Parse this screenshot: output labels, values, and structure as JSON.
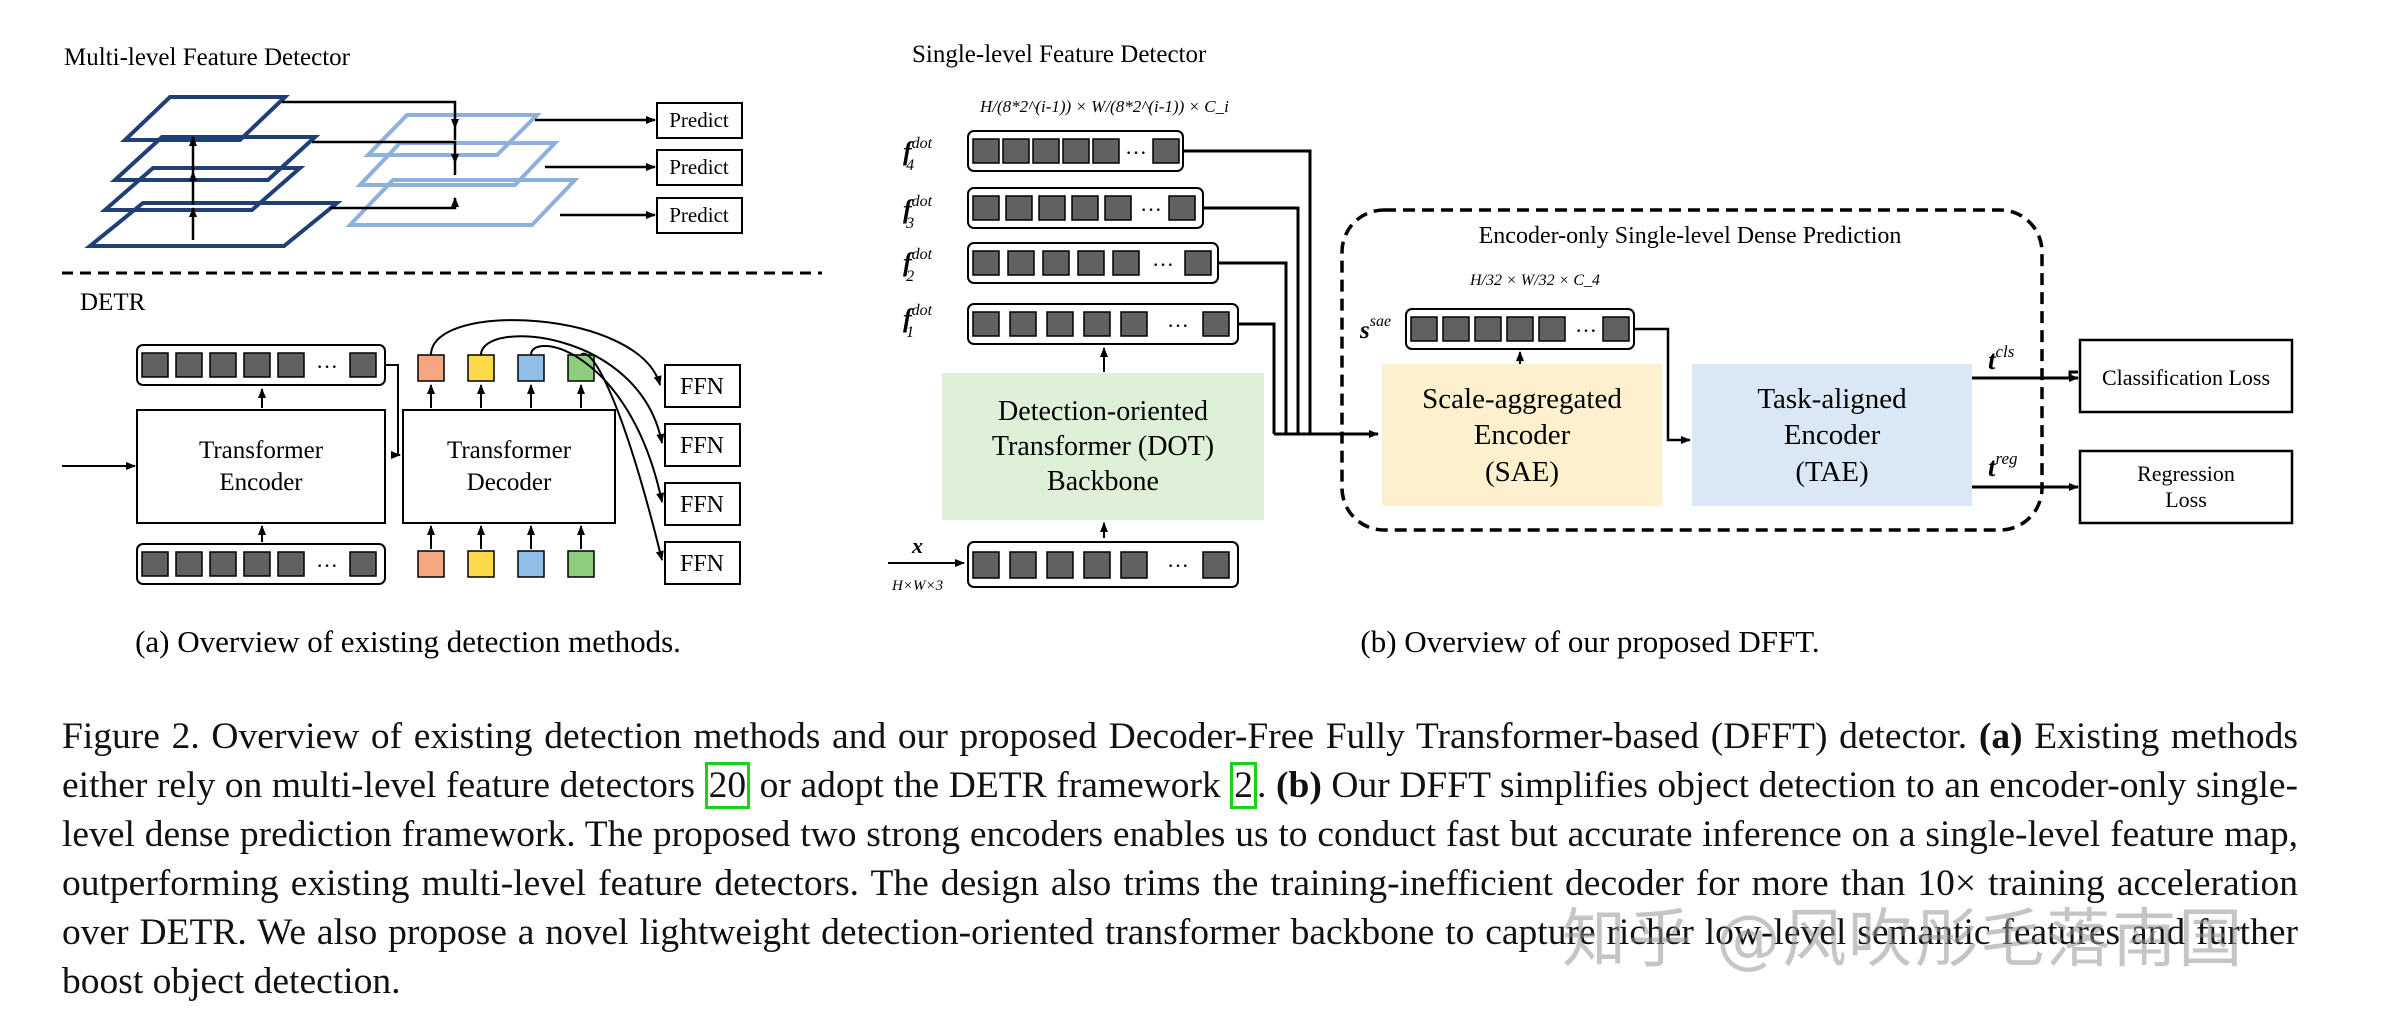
{
  "panel_a": {
    "multilevel_title": "Multi-level Feature Detector",
    "predict_label": "Predict",
    "detr_title": "DETR",
    "transformer_encoder": [
      "Transformer",
      "Encoder"
    ],
    "transformer_decoder": [
      "Transformer",
      "Decoder"
    ],
    "ffn_label": "FFN",
    "ellipsis": "···",
    "query_colors": [
      "#f4a582",
      "#fdd94c",
      "#8fbfe8",
      "#8fce7e"
    ],
    "caption": "(a) Overview of existing detection methods."
  },
  "panel_b": {
    "single_title": "Single-level Feature Detector",
    "dim_top": "H/(8*2^(i-1)) × W/(8*2^(i-1)) × C_i",
    "feature_labels": [
      "f",
      "f",
      "f",
      "f"
    ],
    "feature_sup": "dot",
    "feature_subs": [
      "4",
      "3",
      "2",
      "1"
    ],
    "dot_backbone": [
      "Detection-oriented",
      "Transformer (DOT)",
      "Backbone"
    ],
    "input_x": "x",
    "input_dims": "H×W×3",
    "encoder_only_title": "Encoder-only Single-level Dense Prediction",
    "sae_dims": "H/32 × W/32 × C_4",
    "s_sae": "s",
    "s_sae_sup": "sae",
    "sae": [
      "Scale-aggregated",
      "Encoder",
      "(SAE)"
    ],
    "tae": [
      "Task-aligned",
      "Encoder",
      "(TAE)"
    ],
    "t_cls": "t",
    "t_cls_sup": "cls",
    "t_reg": "t",
    "t_reg_sup": "reg",
    "classification_loss": "Classification Loss",
    "regression_loss": [
      "Regression",
      "Loss"
    ],
    "colors": {
      "backbone": "#dff0d8",
      "sae": "#fcf0cf",
      "tae": "#dae8f6"
    },
    "caption": "(b) Overview of our proposed DFFT."
  },
  "figure_caption": {
    "lead": "Figure 2. Overview of existing detection methods and our proposed Decoder-Free Fully Transformer-based (DFFT) detector.",
    "a_label": "(a)",
    "a_text_1": "Existing methods either rely on multi-level feature detectors",
    "cite_1": "20",
    "a_text_2": "or adopt the DETR framework",
    "cite_2": "2",
    "b_label": "(b)",
    "b_text": "Our DFFT simplifies object detection to an encoder-only single-level dense prediction framework. The proposed two strong encoders enables us to conduct fast but accurate inference on a single-level feature map, outperforming existing multi-level feature detectors. The design also trims the training-inefficient decoder for more than 10× training acceleration over DETR. We also propose a novel lightweight detection-oriented transformer backbone to capture richer low-level semantic features and further boost object detection."
  },
  "watermark": "知乎 @风吹彤毛落南国"
}
